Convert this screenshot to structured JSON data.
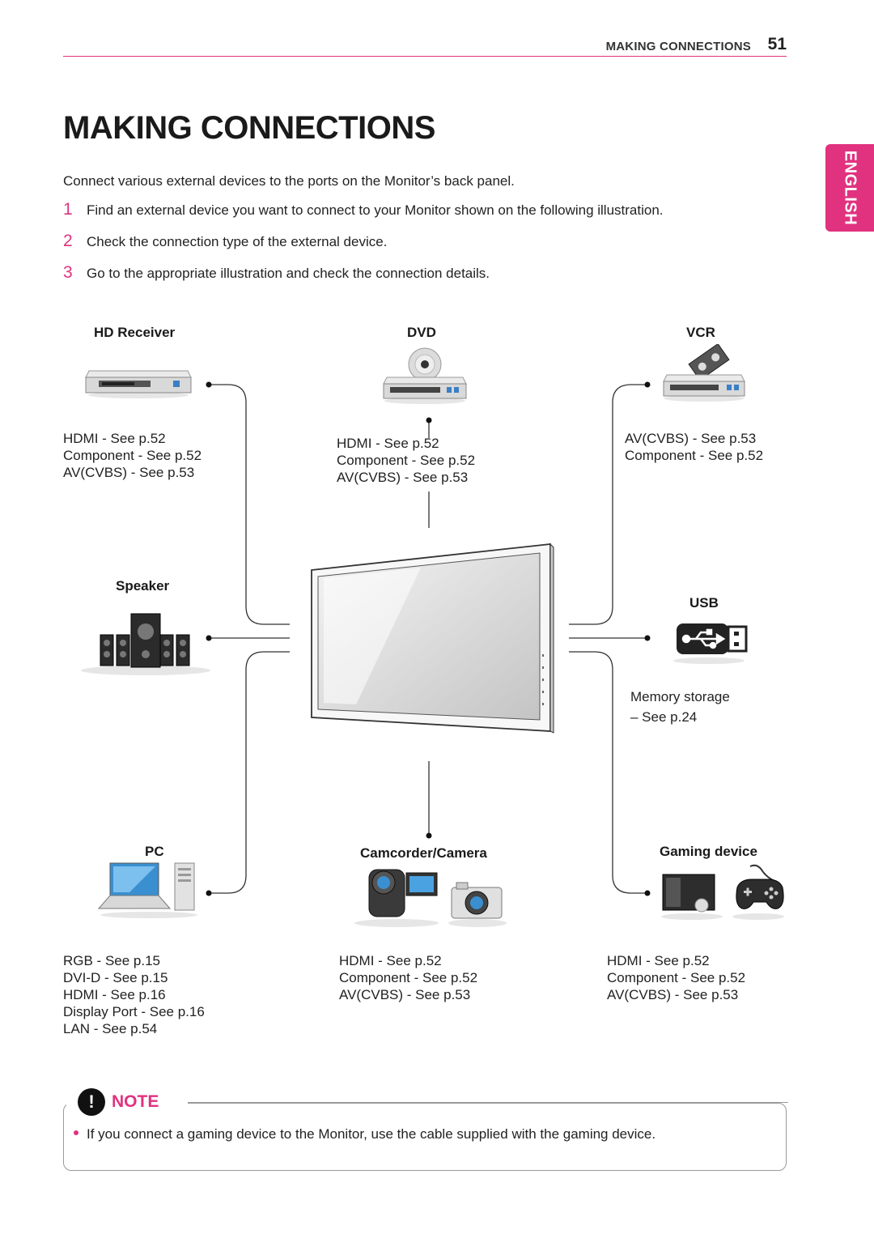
{
  "header": {
    "section": "MAKING CONNECTIONS",
    "page_number": "51"
  },
  "language_tab": "ENGLISH",
  "title": "MAKING CONNECTIONS",
  "intro": "Connect various external devices to the ports on the Monitor’s back panel.",
  "steps": [
    {
      "num": "1",
      "text": "Find an external device you want to connect to your Monitor shown on the following illustration."
    },
    {
      "num": "2",
      "text": "Check the connection type of the external device."
    },
    {
      "num": "3",
      "text": "Go to the appropriate illustration and check the connection details."
    }
  ],
  "devices": {
    "hd_receiver": {
      "label": "HD Receiver",
      "refs": [
        "HDMI - See p.52",
        "Component - See p.52",
        "AV(CVBS) - See p.53"
      ]
    },
    "dvd": {
      "label": "DVD",
      "refs": [
        "HDMI - See p.52",
        "Component - See p.52",
        "AV(CVBS) - See p.53"
      ]
    },
    "vcr": {
      "label": "VCR",
      "refs": [
        "AV(CVBS) - See p.53",
        "Component - See p.52"
      ]
    },
    "speaker": {
      "label": "Speaker"
    },
    "usb": {
      "label": "USB",
      "refs": [
        "Memory storage",
        "– See p.24"
      ]
    },
    "pc": {
      "label": "PC",
      "refs": [
        "RGB - See p.15",
        "DVI-D - See p.15",
        "HDMI - See p.16",
        "Display Port - See p.16",
        "LAN - See p.54"
      ]
    },
    "camcorder": {
      "label": "Camcorder/Camera",
      "refs": [
        "HDMI - See p.52",
        "Component - See p.52",
        "AV(CVBS) - See p.53"
      ]
    },
    "gaming": {
      "label": "Gaming device",
      "refs": [
        "HDMI - See p.52",
        "Component - See p.52",
        "AV(CVBS) - See p.53"
      ]
    }
  },
  "note": {
    "icon": "exclamation-icon",
    "title": "NOTE",
    "text": "If you connect a gaming device to the Monitor, use the cable supplied with the gaming device."
  },
  "colors": {
    "accent": "#e0327f",
    "text": "#1a1a1a",
    "line": "#333333"
  }
}
